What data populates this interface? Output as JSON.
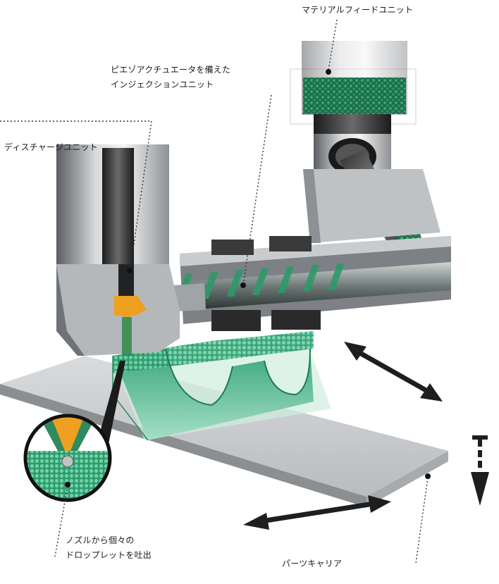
{
  "labels": {
    "material_feed": "マテリアルフィードユニット",
    "injection_line1": "ピエゾアクチュエータを備えた",
    "injection_line2": "インジェクションユニット",
    "discharge": "ディスチャージユニット",
    "nozzle_line1": "ノズルから個々の",
    "nozzle_line2": "ドロップレットを吐出",
    "part_carrier": "パーツキャリア"
  },
  "colors": {
    "material_green": "#1f8a5c",
    "part_green": "#5fc49a",
    "nozzle_orange": "#f0a020",
    "machine_gray": "#9a9ea3",
    "dark": "#2b2b2b"
  }
}
